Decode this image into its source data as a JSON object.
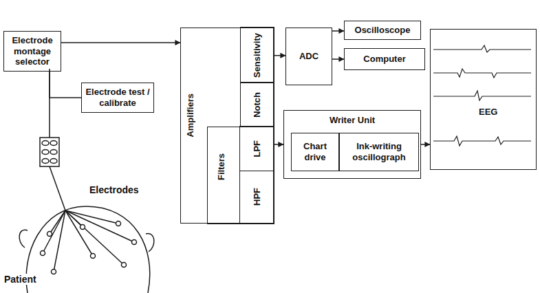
{
  "diagram": {
    "nodes": [
      {
        "text": [
          "Electrode montage selector"
        ]
      },
      {
        "text": [
          "Amplifiers"
        ]
      },
      {
        "text": [
          "Sensitivity"
        ],
        "in": 1
      },
      {
        "text": [
          "Notch"
        ],
        "in": 1
      },
      {
        "text": [
          "Filters"
        ],
        "in": 1
      },
      {
        "text": [
          "LPF"
        ],
        "in": 4
      },
      {
        "text": [
          "HPF"
        ],
        "in": 4
      },
      {
        "text": [
          "Electrode test / calibrate"
        ]
      },
      {
        "text": [
          "ADC"
        ]
      },
      {
        "text": [
          "Oscilloscope"
        ]
      },
      {
        "text": [
          "Computer"
        ]
      },
      {
        "text": [
          "Writer Unit"
        ]
      },
      {
        "text": [
          "Chart drive"
        ],
        "in": 11
      },
      {
        "text": [
          "Ink-writing oscillograph"
        ],
        "in": 11
      },
      {
        "text": [
          "EEG"
        ]
      }
    ],
    "edges": [
      {
        "from": 0,
        "to": 1,
        "arrow": "to"
      },
      {
        "from": 0,
        "to": 7,
        "arrow": "none"
      },
      {
        "from": 2,
        "to": 8,
        "arrow": "to"
      },
      {
        "from": 8,
        "to": 9,
        "arrow": "to"
      },
      {
        "from": 8,
        "to": 10,
        "arrow": "to"
      },
      {
        "from": 1,
        "to": 11,
        "arrow": "to"
      },
      {
        "from": 11,
        "to": 14,
        "arrow": "to"
      }
    ],
    "labels": [
      "Electrodes",
      "Patient"
    ]
  }
}
